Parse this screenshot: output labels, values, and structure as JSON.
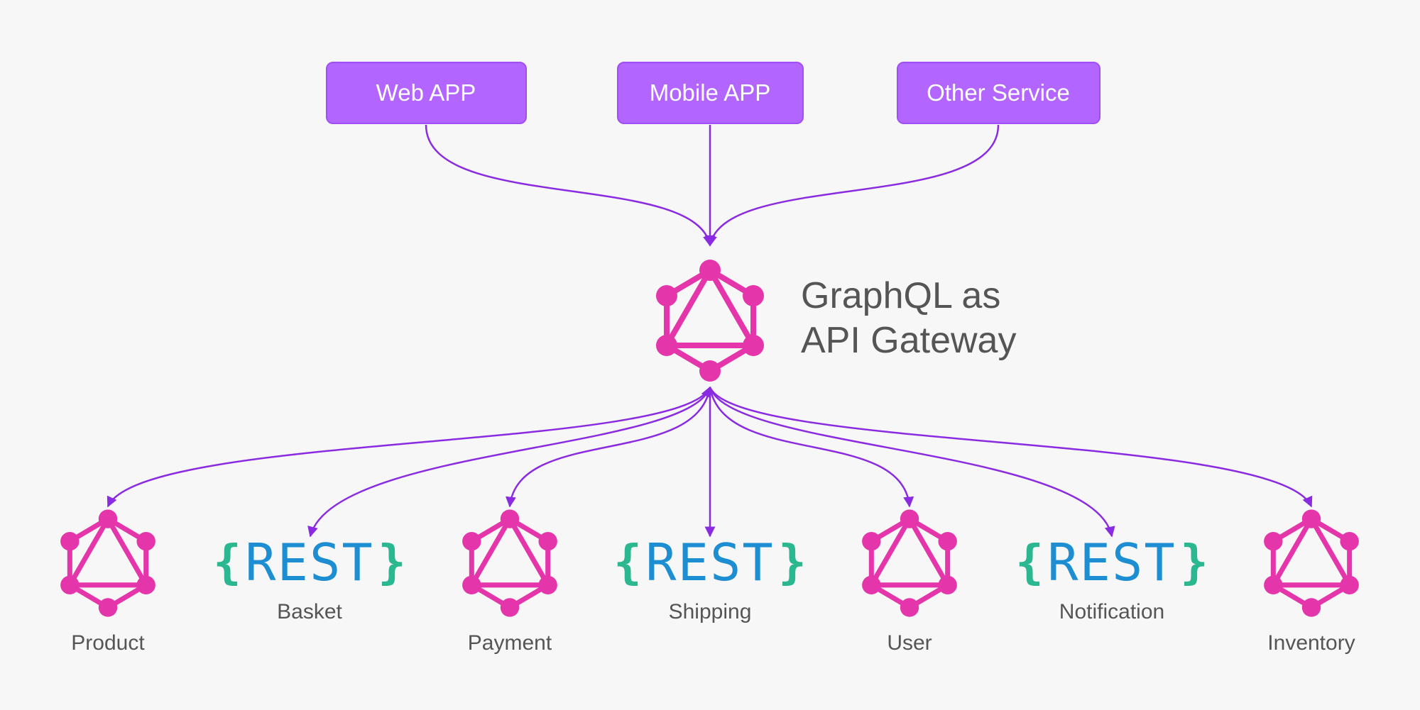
{
  "clients": [
    {
      "label": "Web APP"
    },
    {
      "label": "Mobile APP"
    },
    {
      "label": "Other Service"
    }
  ],
  "gateway": {
    "title_line1": "GraphQL as",
    "title_line2": "API Gateway",
    "icon": "graphql-icon"
  },
  "services": [
    {
      "label": "Product",
      "type": "graphql",
      "icon": "graphql-icon"
    },
    {
      "label": "Basket",
      "type": "rest",
      "rest_text": "REST",
      "brace_open": "{",
      "brace_close": "}"
    },
    {
      "label": "Payment",
      "type": "graphql",
      "icon": "graphql-icon"
    },
    {
      "label": "Shipping",
      "type": "rest",
      "rest_text": "REST",
      "brace_open": "{",
      "brace_close": "}"
    },
    {
      "label": "User",
      "type": "graphql",
      "icon": "graphql-icon"
    },
    {
      "label": "Notification",
      "type": "rest",
      "rest_text": "REST",
      "brace_open": "{",
      "brace_close": "}"
    },
    {
      "label": "Inventory",
      "type": "graphql",
      "icon": "graphql-icon"
    }
  ],
  "colors": {
    "background": "#f8f7f8",
    "client_box": "#b266ff",
    "client_box_border": "#a24ef5",
    "connector": "#8a2be2",
    "graphql": "#e535ab",
    "rest_text": "#1c8ed1",
    "rest_brace": "#2bb790",
    "label_text": "#555555"
  }
}
